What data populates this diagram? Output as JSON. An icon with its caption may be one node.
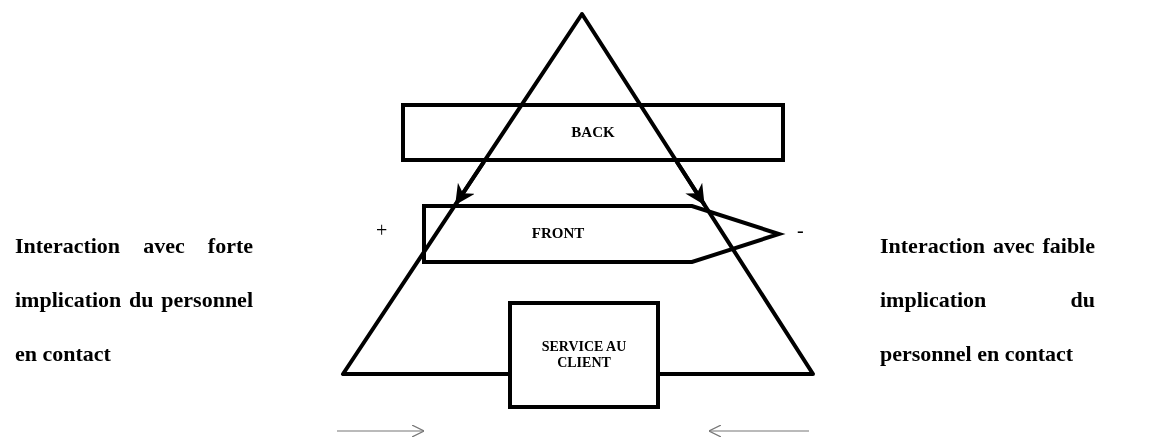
{
  "diagram": {
    "nodes": [
      {
        "text": [
          "BACK"
        ]
      },
      {
        "text": [
          "FRONT"
        ],
        "beside": [
          "+",
          "-"
        ]
      },
      {
        "text": [
          "SERVICE AU CLIENT"
        ]
      }
    ],
    "edges": [
      {
        "from": 0,
        "to": 1,
        "arrow": "to"
      },
      {
        "from": 0,
        "to": 1,
        "arrow": "to"
      }
    ],
    "labels": [
      "Interaction avec forte implication du personnel en contact",
      "Interaction avec faible implication du personnel en contact"
    ]
  }
}
